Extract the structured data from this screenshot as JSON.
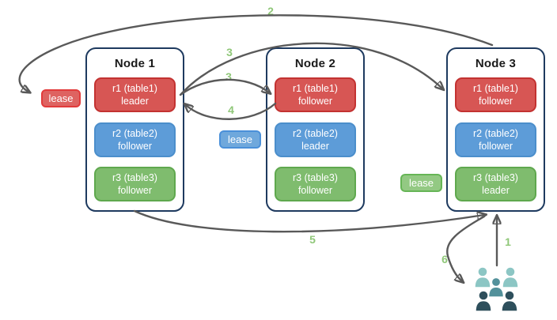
{
  "diagram": {
    "nodes": [
      {
        "title": "Node 1",
        "replicas": [
          {
            "name": "r1 (table1)",
            "role": "leader",
            "color": "#d75654"
          },
          {
            "name": "r2 (table2)",
            "role": "follower",
            "color": "#5d9cd8"
          },
          {
            "name": "r3 (table3)",
            "role": "follower",
            "color": "#7fbc6e"
          }
        ]
      },
      {
        "title": "Node 2",
        "replicas": [
          {
            "name": "r1 (table1)",
            "role": "follower",
            "color": "#d75654"
          },
          {
            "name": "r2 (table2)",
            "role": "leader",
            "color": "#5d9cd8"
          },
          {
            "name": "r3 (table3)",
            "role": "follower",
            "color": "#7fbc6e"
          }
        ]
      },
      {
        "title": "Node 3",
        "replicas": [
          {
            "name": "r1 (table1)",
            "role": "follower",
            "color": "#d75654"
          },
          {
            "name": "r2 (table2)",
            "role": "follower",
            "color": "#5d9cd8"
          },
          {
            "name": "r3 (table3)",
            "role": "leader",
            "color": "#7fbc6e"
          }
        ]
      }
    ],
    "leases": [
      {
        "label": "lease",
        "for": "r1 (table1)",
        "color": "#e23b3b"
      },
      {
        "label": "lease",
        "for": "r2 (table2)",
        "color": "#4a90d9"
      },
      {
        "label": "lease",
        "for": "r3 (table3)",
        "color": "#66b556"
      }
    ],
    "steps": {
      "s1": "1",
      "s2": "2",
      "s3a": "3",
      "s3b": "3",
      "s4": "4",
      "s5": "5",
      "s6": "6"
    },
    "colors": {
      "node_border": "#1e3a5f",
      "arrow": "#595959",
      "step_number": "#8fc778",
      "users_back": "#8cc6c4",
      "users_middle": "#53919b",
      "users_front": "#2e4f5c"
    }
  }
}
